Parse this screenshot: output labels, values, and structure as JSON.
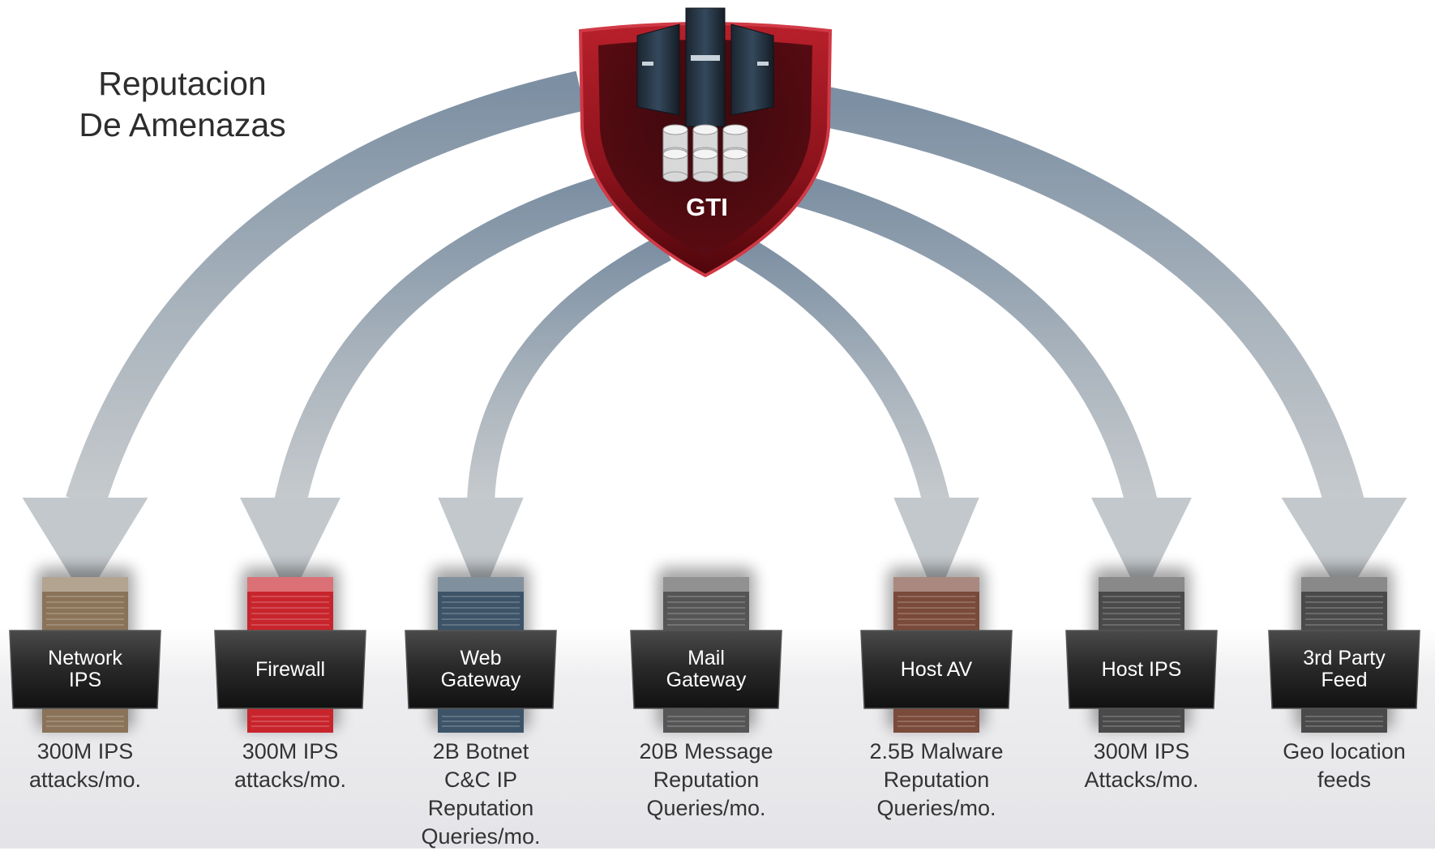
{
  "title_lines": [
    "Reputacion",
    "De Amenazas"
  ],
  "hub": {
    "label": "GTI",
    "icons": [
      "server-icon",
      "database-icon"
    ],
    "colors": {
      "shield": "#a01a24",
      "shield_dark": "#5e0a10",
      "rim": "#c73440"
    }
  },
  "arrow_color": "#8898a8",
  "devices": [
    {
      "name": "network-ips",
      "label_lines": [
        "Network",
        "IPS"
      ],
      "stat_lines": [
        "300M IPS",
        "attacks/mo."
      ],
      "color": "#8a7358"
    },
    {
      "name": "firewall",
      "label_lines": [
        "Firewall"
      ],
      "stat_lines": [
        "300M IPS",
        "attacks/mo."
      ],
      "color": "#c8242c"
    },
    {
      "name": "web-gateway",
      "label_lines": [
        "Web",
        "Gateway"
      ],
      "stat_lines": [
        "2B Botnet",
        "C&C IP",
        "Reputation",
        "Queries/mo."
      ],
      "color": "#3d5468"
    },
    {
      "name": "mail-gateway",
      "label_lines": [
        "Mail",
        "Gateway"
      ],
      "stat_lines": [
        "20B Message",
        "Reputation",
        "Queries/mo."
      ],
      "color": "#555555"
    },
    {
      "name": "host-av",
      "label_lines": [
        "Host AV"
      ],
      "stat_lines": [
        "2.5B Malware",
        "Reputation",
        "Queries/mo."
      ],
      "color": "#7a4a3a"
    },
    {
      "name": "host-ips",
      "label_lines": [
        "Host IPS"
      ],
      "stat_lines": [
        "300M IPS",
        "Attacks/mo."
      ],
      "color": "#4a4a4a"
    },
    {
      "name": "third-party-feed",
      "label_lines": [
        "3rd Party",
        "Feed"
      ],
      "stat_lines": [
        "Geo location",
        "feeds"
      ],
      "color": "#4a4a4a"
    }
  ]
}
